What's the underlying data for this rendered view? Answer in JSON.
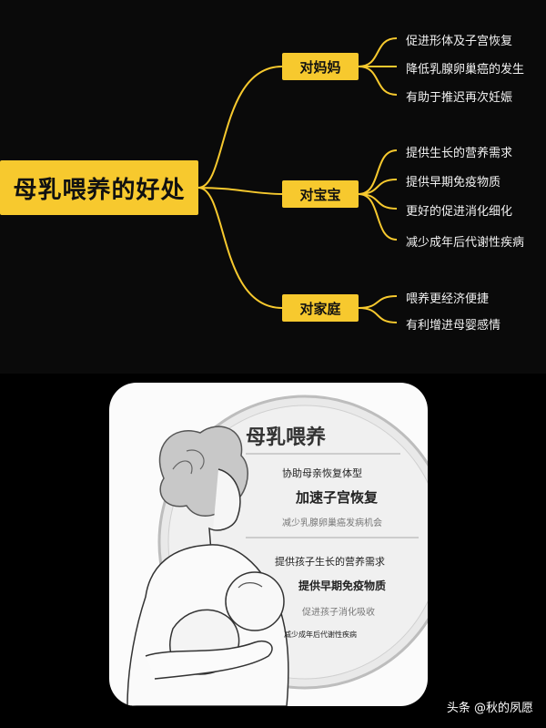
{
  "mindmap": {
    "root": "母乳喂养的好处",
    "branches": [
      {
        "label": "对妈妈",
        "items": [
          "促进形体及子宫恢复",
          "降低乳腺卵巢癌的发生",
          "有助于推迟再次妊娠"
        ]
      },
      {
        "label": "对宝宝",
        "items": [
          "提供生长的营养需求",
          "提供早期免疫物质",
          "更好的促进消化细化",
          "减少成年后代谢性疾病"
        ]
      },
      {
        "label": "对家庭",
        "items": [
          "喂养更经济便捷",
          "有利增进母婴感情"
        ]
      }
    ],
    "colors": {
      "box": "#f7c92e",
      "line": "#f7c92e",
      "background": "#0a0a0a"
    }
  },
  "illustration": {
    "title": "母乳喂养",
    "lines": [
      "协助母亲恢复体型",
      "加速子宫恢复",
      "减少乳腺卵巢癌发病机会",
      "提供孩子生长的营养需求",
      "提供早期免疫物质",
      "促进孩子消化吸收",
      "减少成年后代谢性疾病"
    ]
  },
  "watermark": "头条 @秋的夙愿"
}
